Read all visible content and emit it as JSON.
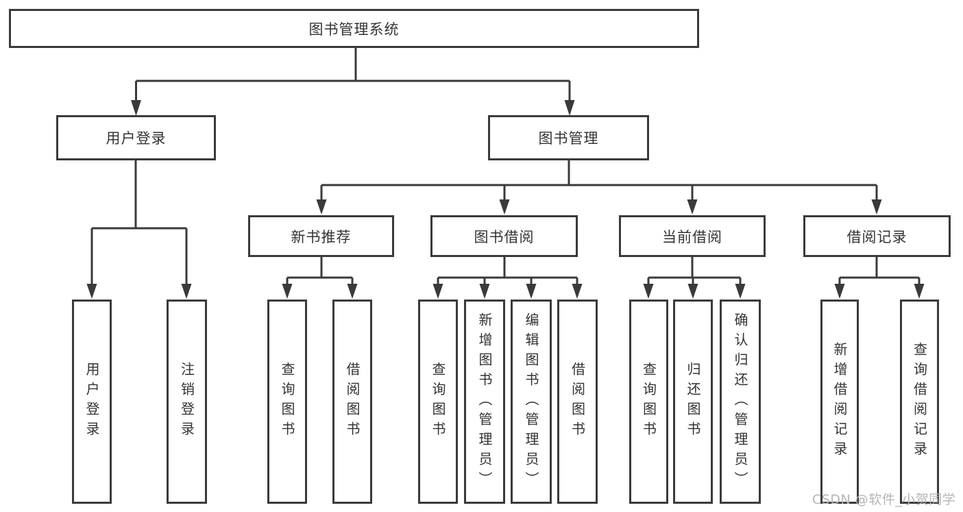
{
  "tree": {
    "label": "图书管理系统",
    "children": [
      {
        "label": "用户登录",
        "children": [
          {
            "label": "用户登录"
          },
          {
            "label": "注销登录"
          }
        ]
      },
      {
        "label": "图书管理",
        "children": [
          {
            "label": "新书推荐",
            "children": [
              {
                "label": "查询图书"
              },
              {
                "label": "借阅图书"
              }
            ]
          },
          {
            "label": "图书借阅",
            "children": [
              {
                "label": "查询图书"
              },
              {
                "label": "新增图书（管理员）"
              },
              {
                "label": "编辑图书（管理员）"
              },
              {
                "label": "借阅图书"
              }
            ]
          },
          {
            "label": "当前借阅",
            "children": [
              {
                "label": "查询图书"
              },
              {
                "label": "归还图书"
              },
              {
                "label": "确认归还（管理员）"
              }
            ]
          },
          {
            "label": "借阅记录",
            "children": [
              {
                "label": "新增借阅记录"
              },
              {
                "label": "查询借阅记录"
              }
            ]
          }
        ]
      }
    ]
  },
  "watermark": {
    "text": "CSDN @软件_小贺同学"
  },
  "colors": {
    "line": "#3a3a3a",
    "text": "#333333",
    "box_background": "#ffffff",
    "watermark": "#b5b5b5"
  }
}
